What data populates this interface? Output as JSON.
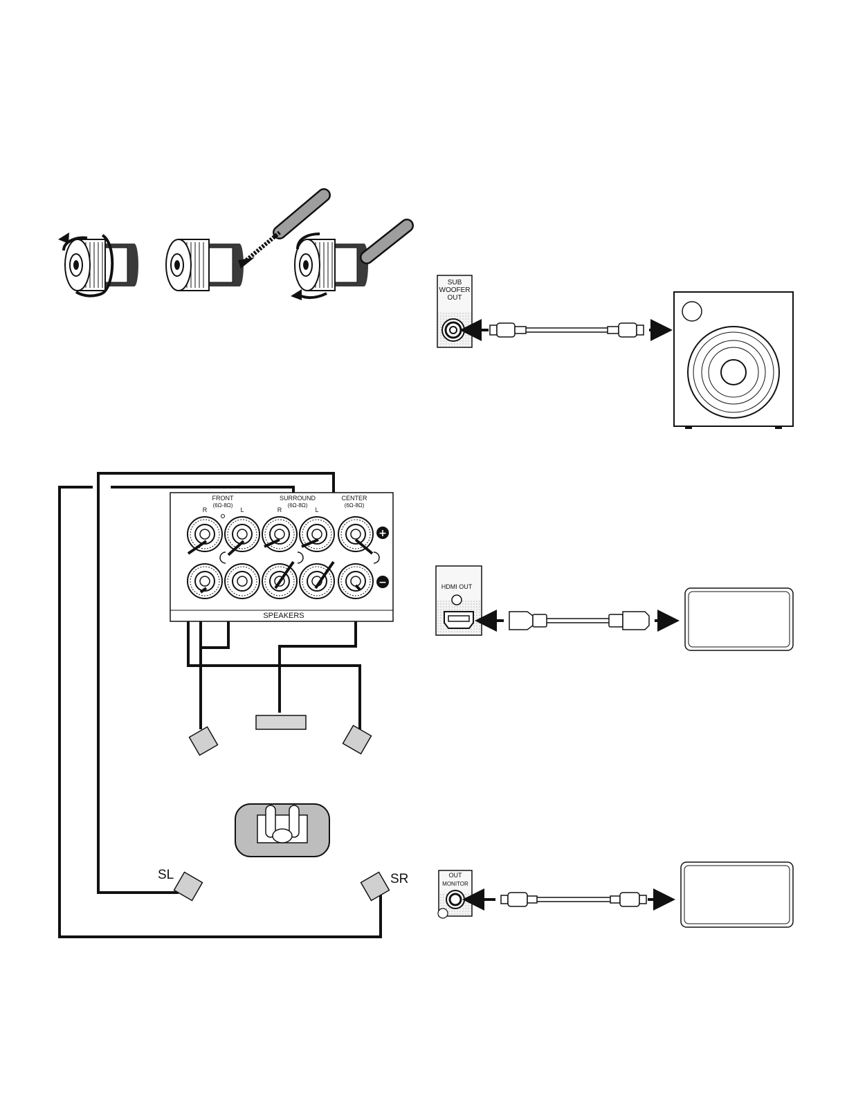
{
  "colors": {
    "ink": "#111111",
    "shade": "#bdbdbd",
    "dark": "#3a3a3a",
    "panel": "#f2f2f2",
    "paper": "#ffffff"
  },
  "terminal_steps": {
    "icons": [
      "loosen-terminal-icon",
      "insert-wire-icon",
      "tighten-terminal-icon"
    ]
  },
  "speaker_panel": {
    "front_label": "FRONT",
    "front_ohms": "(6Ω-8Ω)",
    "surround_label": "SURROUND",
    "surround_ohms": "(6Ω-8Ω)",
    "center_label": "CENTER",
    "center_ohms": "(6Ω-8Ω)",
    "r1": "R",
    "l1": "L",
    "r2": "R",
    "l2": "L",
    "plus_symbol": "+",
    "minus_symbol": "−",
    "speakers_label": "SPEAKERS"
  },
  "room_layout": {
    "sl_label": "SL",
    "sr_label": "SR"
  },
  "subwoofer": {
    "jack_label_1": "SUB",
    "jack_label_2": "WOOFER",
    "jack_label_3": "OUT"
  },
  "hdmi": {
    "jack_label": "HDMI OUT"
  },
  "monitor": {
    "jack_label_1": "OUT",
    "jack_label_2": "MONITOR"
  }
}
